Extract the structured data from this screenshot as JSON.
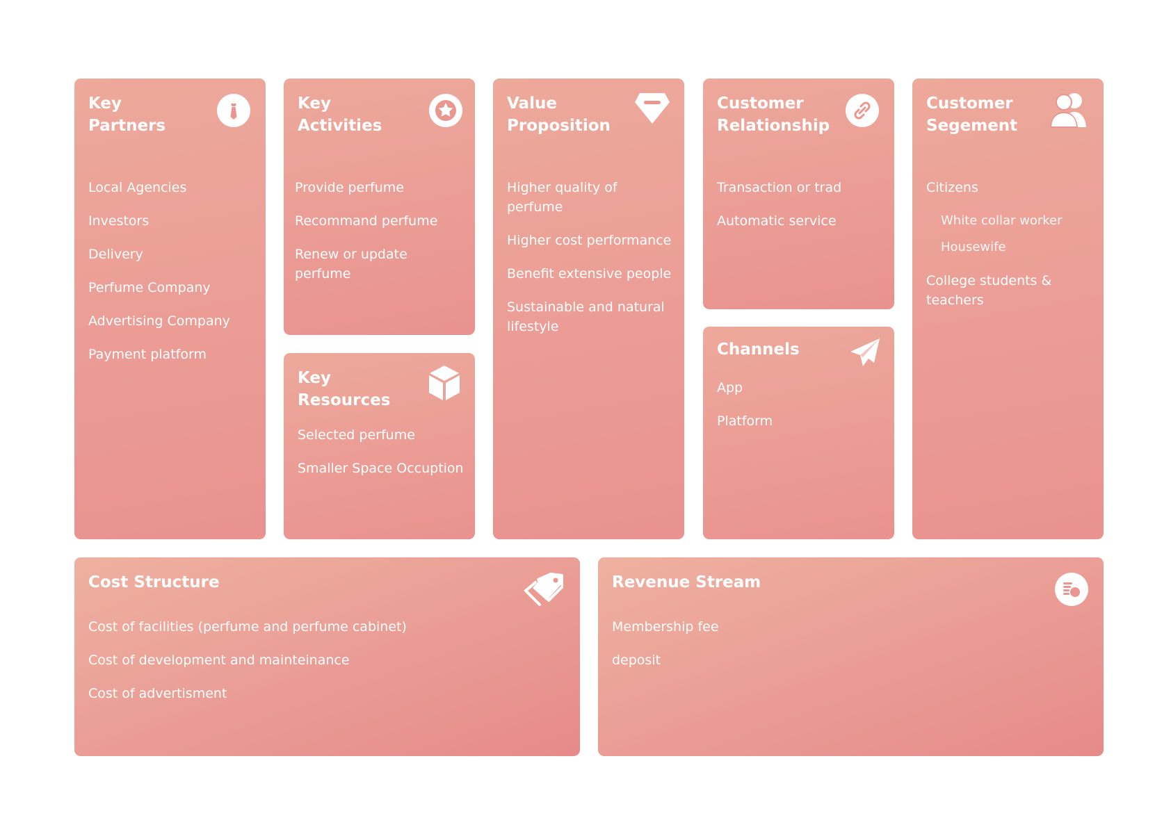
{
  "canvas": {
    "key_partners": {
      "title": "Key\nPartners",
      "icon": "tie-icon",
      "items": [
        "Local Agencies",
        "Investors",
        "Delivery",
        "Perfume Company",
        "Advertising Company",
        "Payment platform"
      ]
    },
    "key_activities": {
      "title": "Key\nActivities",
      "icon": "star-icon",
      "items": [
        "Provide perfume",
        "Recommand perfume",
        "Renew or update perfume"
      ]
    },
    "key_resources": {
      "title": "Key\nResources",
      "icon": "cube-icon",
      "items": [
        "Selected perfume",
        "Smaller Space Occuption"
      ]
    },
    "value_proposition": {
      "title": "Value\nProposition",
      "icon": "diamond-icon",
      "items": [
        "Higher quality of perfume",
        "Higher cost performance",
        "Benefit extensive people",
        "Sustainable and natural lifestyle"
      ]
    },
    "customer_relationship": {
      "title": "Customer\nRelationship",
      "icon": "link-icon",
      "items": [
        "Transaction or trad",
        "Automatic service"
      ]
    },
    "channels": {
      "title": "Channels",
      "icon": "paper-plane-icon",
      "items": [
        "App",
        "Platform"
      ]
    },
    "customer_segment": {
      "title": "Customer\nSegement",
      "icon": "users-icon",
      "items": [
        "Citizens",
        "White collar worker",
        "Housewife",
        "College students & teachers"
      ]
    },
    "cost_structure": {
      "title": "Cost Structure",
      "icon": "price-tags-icon",
      "items": [
        "Cost of facilities (perfume and perfume cabinet)",
        "Cost of development and mainteinance",
        "Cost of advertisment"
      ]
    },
    "revenue_stream": {
      "title": "Revenue Stream",
      "icon": "coins-icon",
      "items": [
        "Membership fee",
        "deposit"
      ]
    }
  },
  "colors": {
    "card_top": "#eda99b",
    "card_bottom": "#e9928f",
    "text": "#ffffff"
  }
}
